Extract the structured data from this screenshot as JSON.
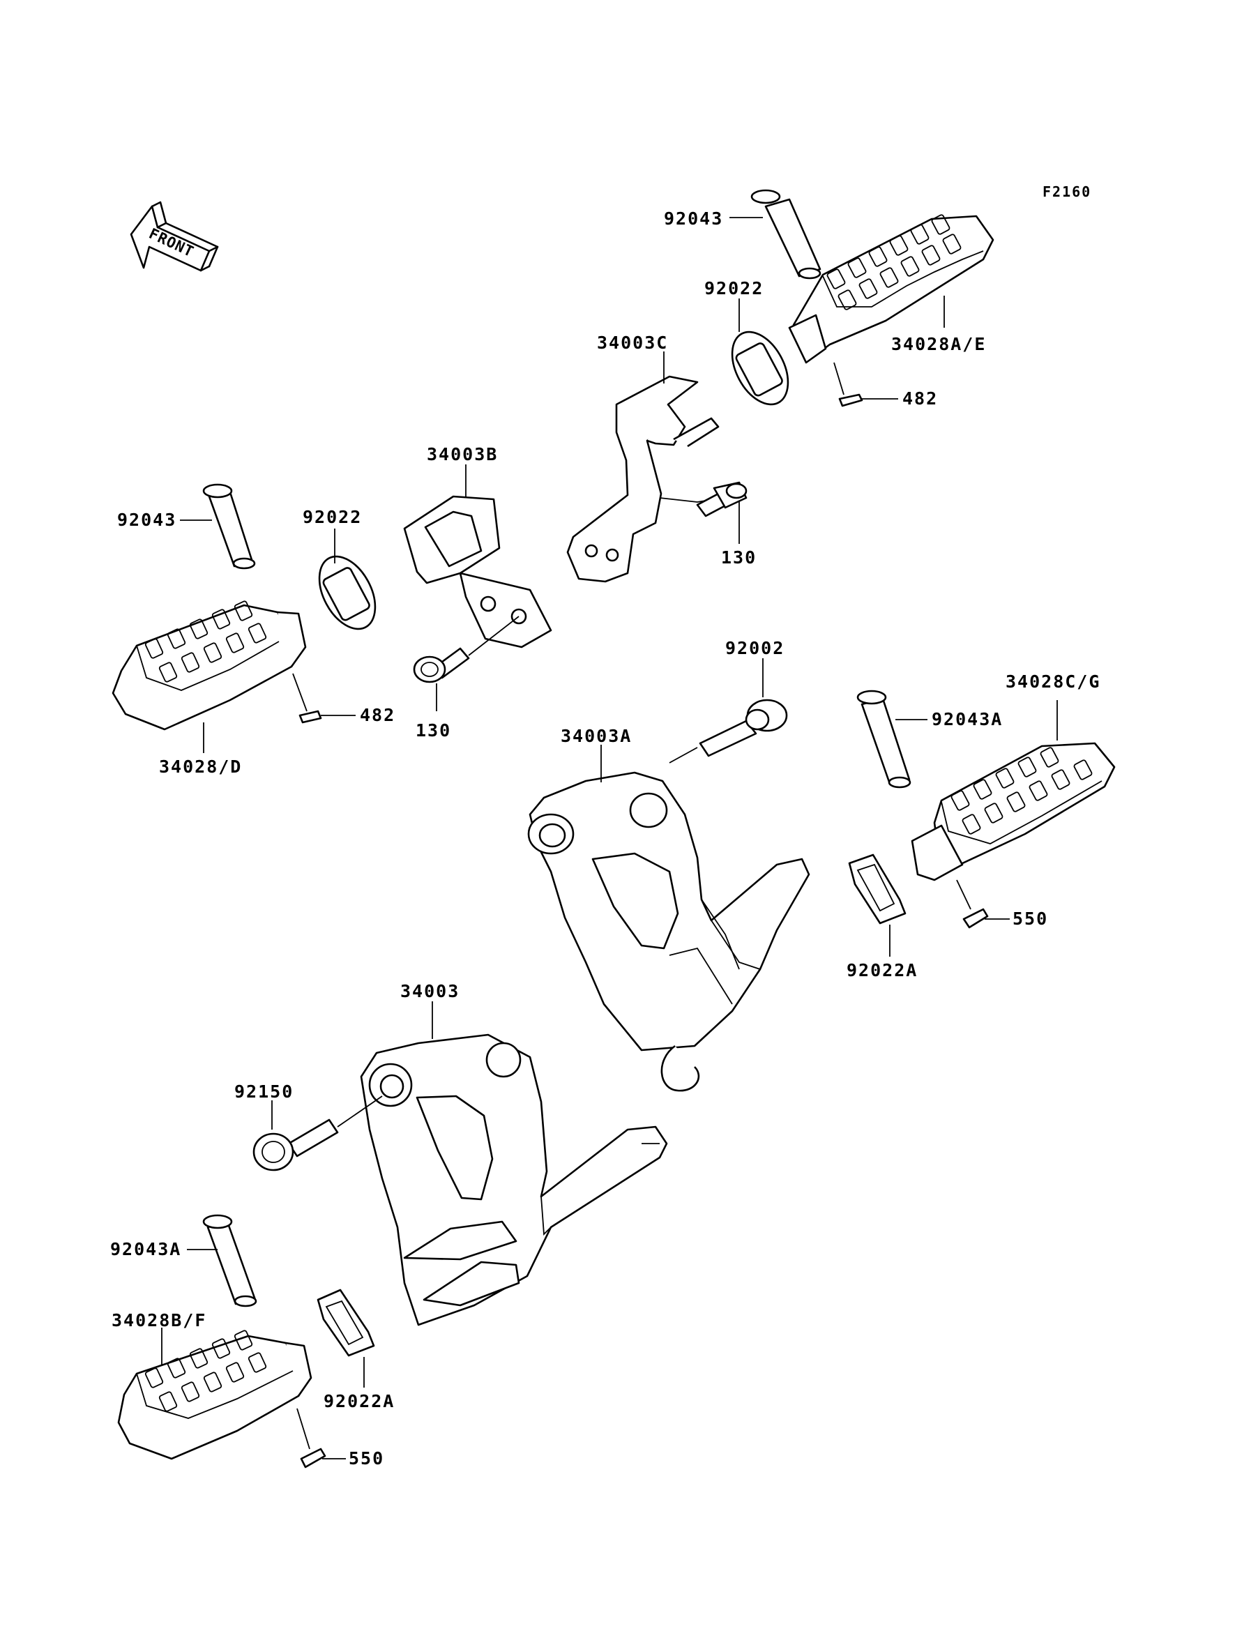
{
  "diagram": {
    "ref_code": "F2160",
    "direction_label": "FRONT",
    "callouts": {
      "pin_top_right": "92043",
      "washer_top_right": "92022",
      "bracket_34003c": "34003C",
      "footpeg_a_e": "34028A/E",
      "cotter_top_right": "482",
      "bracket_34003b": "34003B",
      "pin_left": "92043",
      "washer_left": "92022",
      "bolt_upper": "130",
      "bolt_mid": "130",
      "cotter_left": "482",
      "footpeg_d": "34028/D",
      "bolt_92002": "92002",
      "bracket_34003a": "34003A",
      "footpeg_c_g": "34028C/G",
      "pin_right_a": "92043A",
      "cotter_right_550": "550",
      "washer_right_a": "92022A",
      "bracket_34003": "34003",
      "bolt_92150": "92150",
      "pin_lower_a": "92043A",
      "footpeg_b_f": "34028B/F",
      "washer_lower_a": "92022A",
      "cotter_lower_550": "550"
    }
  }
}
